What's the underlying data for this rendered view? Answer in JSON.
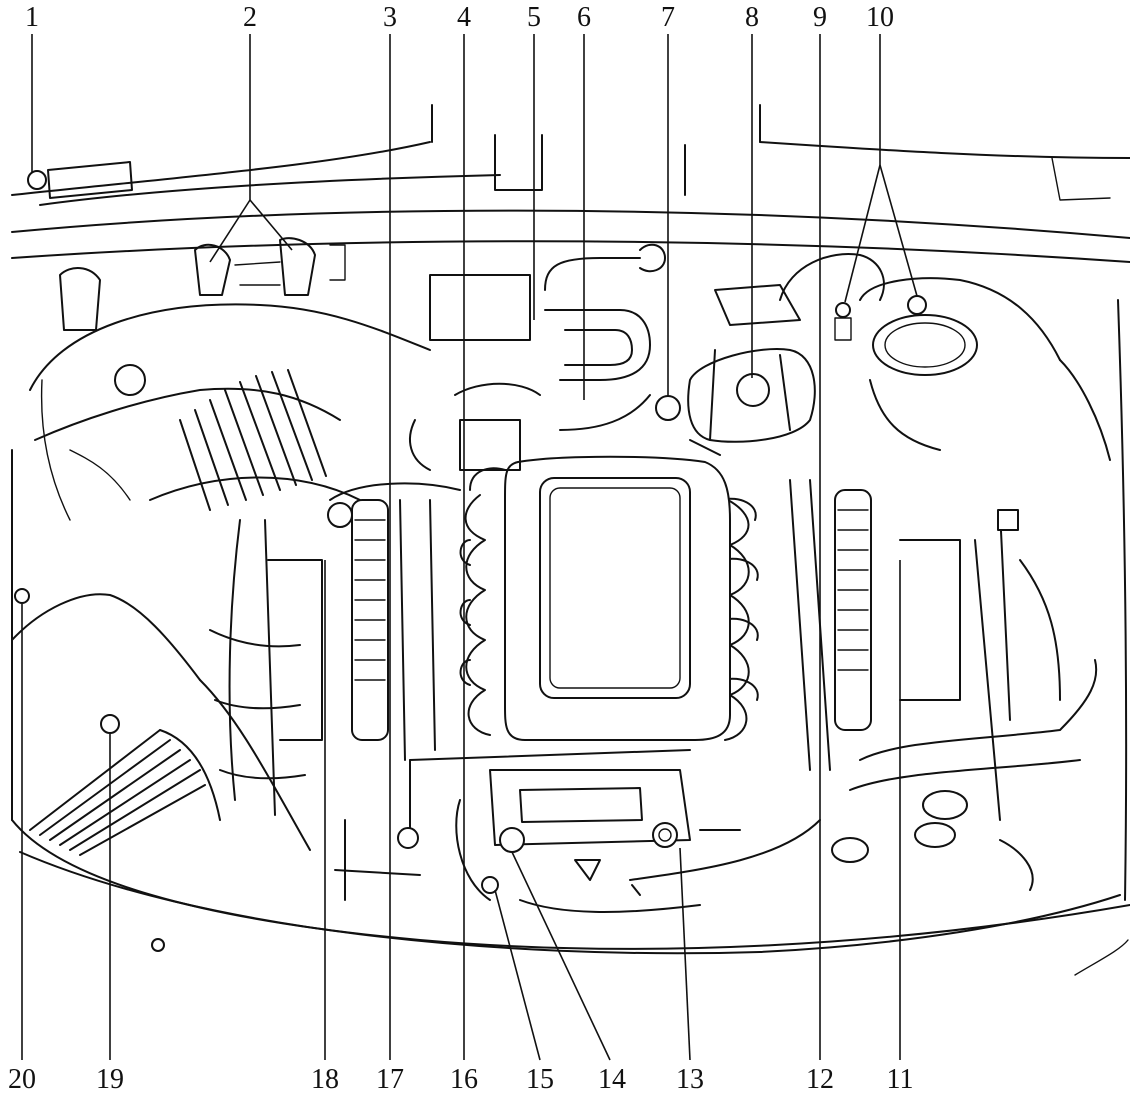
{
  "figure": {
    "callouts_top": [
      "1",
      "2",
      "3",
      "4",
      "5",
      "6",
      "7",
      "8",
      "9",
      "10"
    ],
    "callouts_bottom": [
      "20",
      "19",
      "18",
      "17",
      "16",
      "15",
      "14",
      "13",
      "12",
      "11"
    ]
  }
}
